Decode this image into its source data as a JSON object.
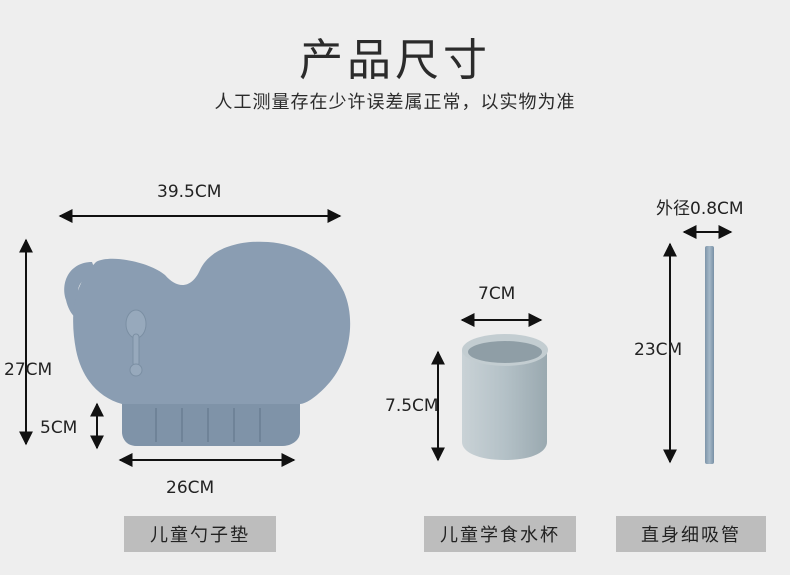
{
  "header": {
    "title": "产品尺寸",
    "subtitle": "人工测量存在少许误差属正常，以实物为准"
  },
  "mat": {
    "width": "39.5CM",
    "height": "27CM",
    "pocket_depth": "5CM",
    "bottom_width": "26CM",
    "label": "儿童勺子垫"
  },
  "cup": {
    "diameter": "7CM",
    "height": "7.5CM",
    "label": "儿童学食水杯"
  },
  "straw": {
    "outer_diameter": "外径0.8CM",
    "length": "23CM",
    "label": "直身细吸管"
  },
  "colors": {
    "background": "#eeeeee",
    "product_blue": "#8a9db2",
    "cup_gray": "#a8b6bd",
    "label_bg": "#bdbdbd"
  }
}
